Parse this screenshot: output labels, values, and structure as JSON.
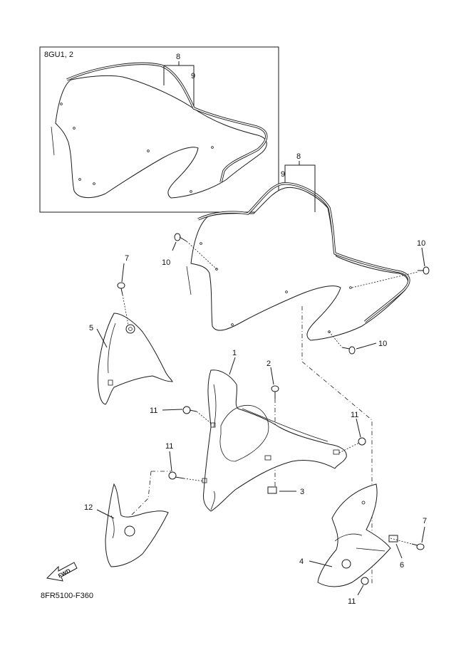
{
  "inset": {
    "title": "8GU1, 2"
  },
  "callouts": {
    "c1": "1",
    "c2": "2",
    "c3": "3",
    "c4": "4",
    "c5": "5",
    "c6": "6",
    "c7a": "7",
    "c7b": "7",
    "c8a": "8",
    "c8b": "8",
    "c9a": "9",
    "c9b": "9",
    "c10a": "10",
    "c10b": "10",
    "c10c": "10",
    "c11a": "11",
    "c11b": "11",
    "c11c": "11",
    "c11d": "11",
    "c12": "12"
  },
  "fwd_label": "FWD",
  "diagram_code": "8FR5100-F360",
  "icons": {
    "direction": "fwd-arrow-icon"
  }
}
